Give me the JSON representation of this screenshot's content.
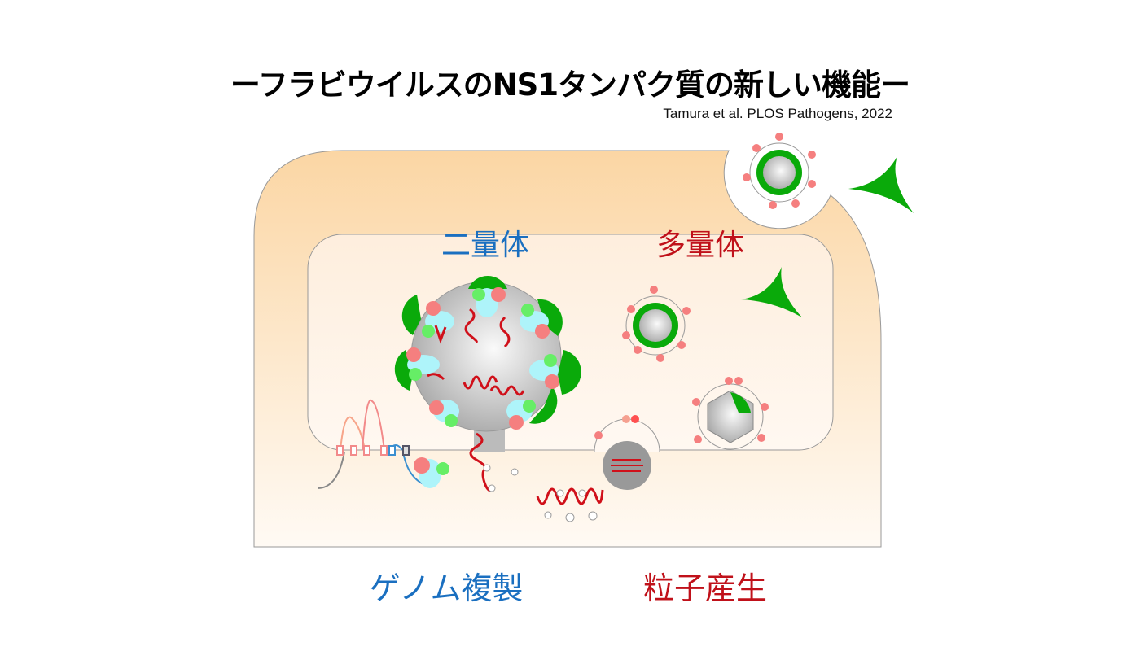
{
  "title": "ーフラビウイルスのNS1タンパク質の新しい機能ー",
  "citation": "Tamura et al. PLOS Pathogens, 2022",
  "labels": {
    "dimer": "二量体",
    "multimer": "多量体",
    "genome_replication": "ゲノム複製",
    "particle_production": "粒子産生"
  },
  "colors": {
    "dimer_label": "#1a6fc0",
    "multimer_label": "#c0111a",
    "ns1_green": "#12b012",
    "rna_red": "#d0101a",
    "cell_orange": "#fcd9a8"
  }
}
